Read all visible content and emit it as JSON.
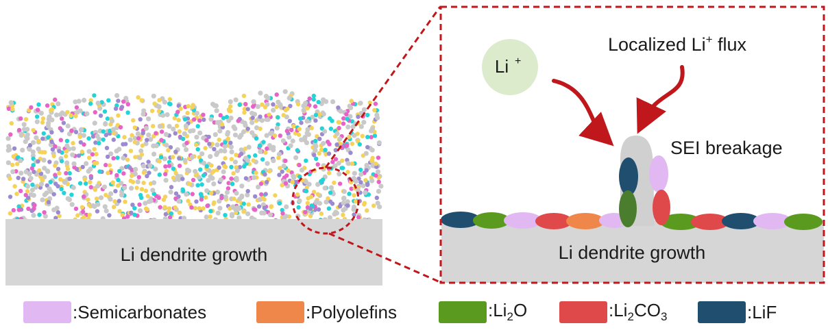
{
  "left_panel": {
    "substrate_label": "Li dendrite growth"
  },
  "right_panel": {
    "li_ion_label": "Li",
    "li_ion_sup": "+",
    "flux_label": "Localized Li",
    "flux_sup": "+",
    "flux_tail": " flux",
    "breakage_label": "SEI breakage",
    "substrate_label": "Li dendrite growth"
  },
  "legend": [
    {
      "name": "Semicarbonates",
      "label": ":Semicarbonates",
      "color": "#e2b8f2"
    },
    {
      "name": "Polyolefins",
      "label": ":Polyolefins",
      "color": "#f0874a"
    },
    {
      "name": "Li2O",
      "label_main": ":Li",
      "sub1": "2",
      "tail": "O",
      "color": "#5a9a1e"
    },
    {
      "name": "Li2CO3",
      "label_main": ":Li",
      "sub1": "2",
      "mid": "CO",
      "sub2": "3",
      "color": "#e0494a"
    },
    {
      "name": "LiF",
      "label": ":LiF",
      "color": "#1f4e6e"
    }
  ],
  "colors": {
    "accent_red": "#c0171c",
    "substrate_gray": "#d6d6d6",
    "li_ion_circle": "#dcebcc",
    "particle_gray": "#c9c9c9",
    "particle_yellow": "#f5d35a",
    "particle_cyan": "#22d3d8",
    "particle_purple": "#9c8ad0",
    "particle_pink": "#e763c8"
  }
}
